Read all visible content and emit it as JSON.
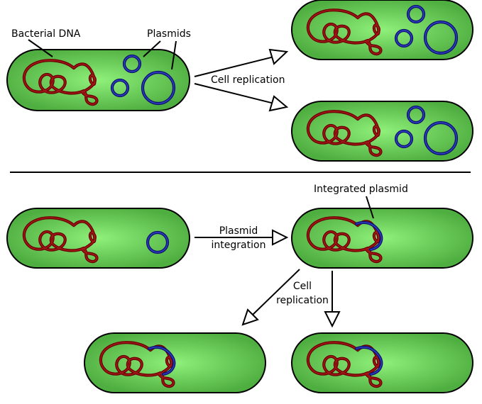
{
  "labels": {
    "bacterial_dna": "Bacterial DNA",
    "plasmids": "Plasmids",
    "cell_replication_top": "Cell replication",
    "plasmid_integration_line1": "Plasmid",
    "plasmid_integration_line2": "integration",
    "integrated_plasmid": "Integrated plasmid",
    "cell_replication_bottom_line1": "Cell",
    "cell_replication_bottom_line2": "replication"
  },
  "colors": {
    "cell_fill_center": "#8ff07a",
    "cell_fill_edge": "#4fae40",
    "cell_outline": "#000000",
    "dna": "#7a0000",
    "plasmid": "#0d1470",
    "divider": "#000000"
  }
}
